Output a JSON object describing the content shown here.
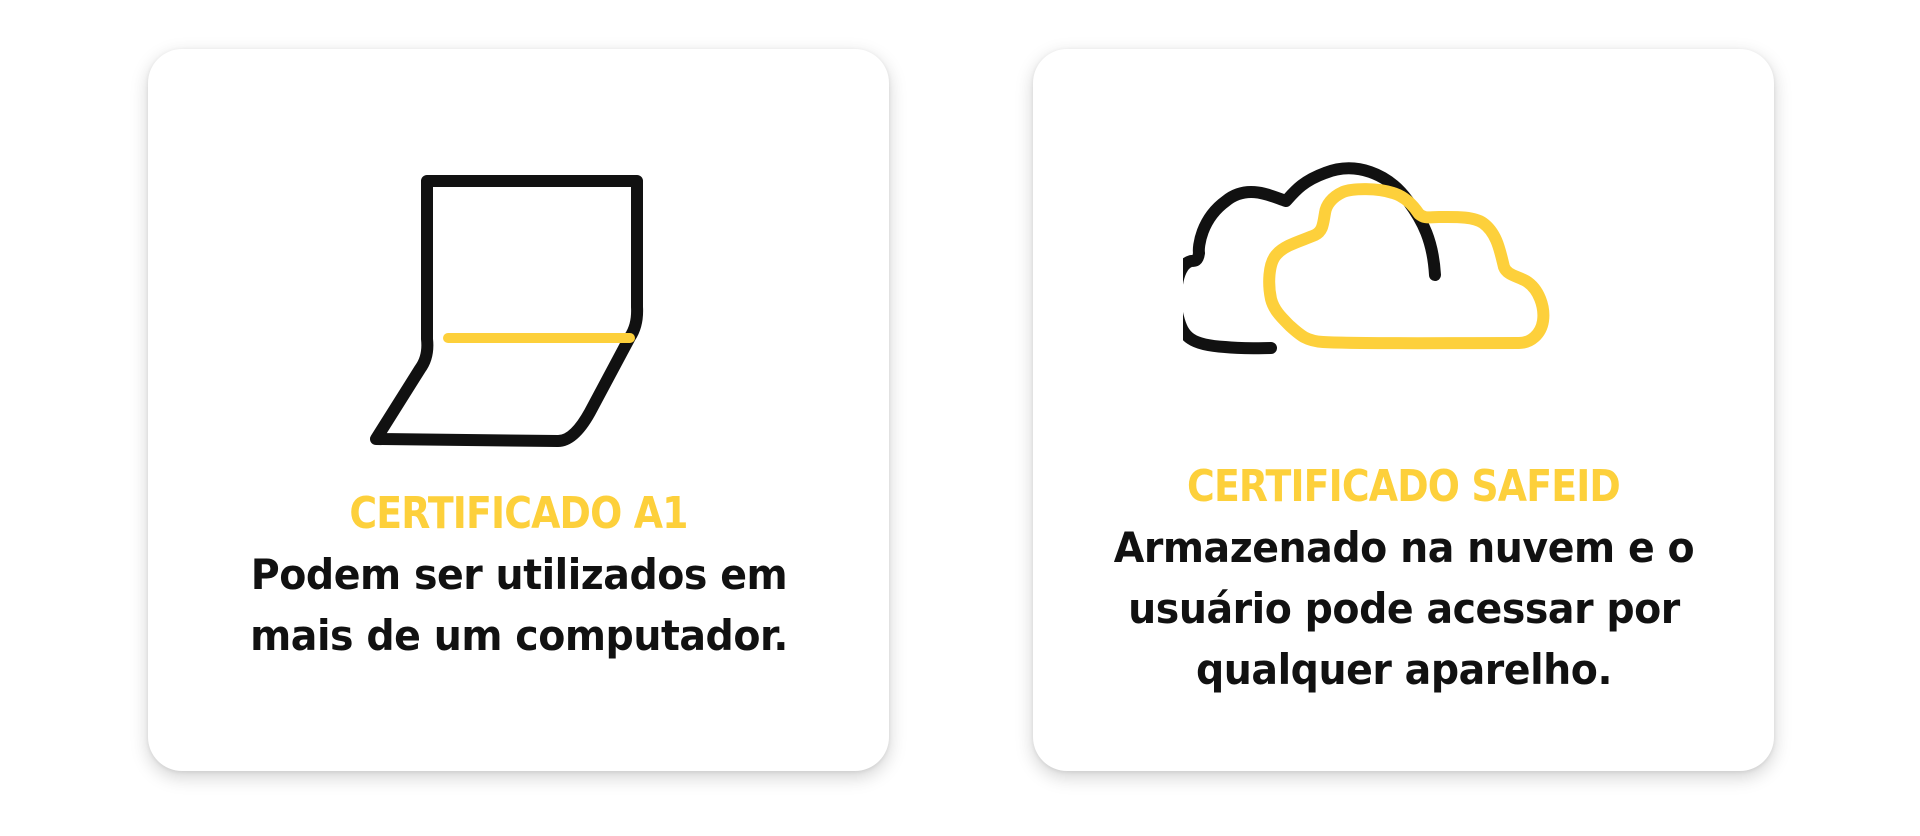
{
  "cards": [
    {
      "icon": "laptop-icon",
      "title": "CERTIFICADO A1",
      "description": "Podem ser utilizados em mais de um computador."
    },
    {
      "icon": "cloud-icon",
      "title": "CERTIFICADO SAFEID",
      "description": "Armazenado na nuvem e o usuário pode acessar por qualquer aparelho."
    }
  ],
  "colors": {
    "accent": "#fdd03b",
    "outline": "#111111",
    "card_background": "#ffffff"
  }
}
